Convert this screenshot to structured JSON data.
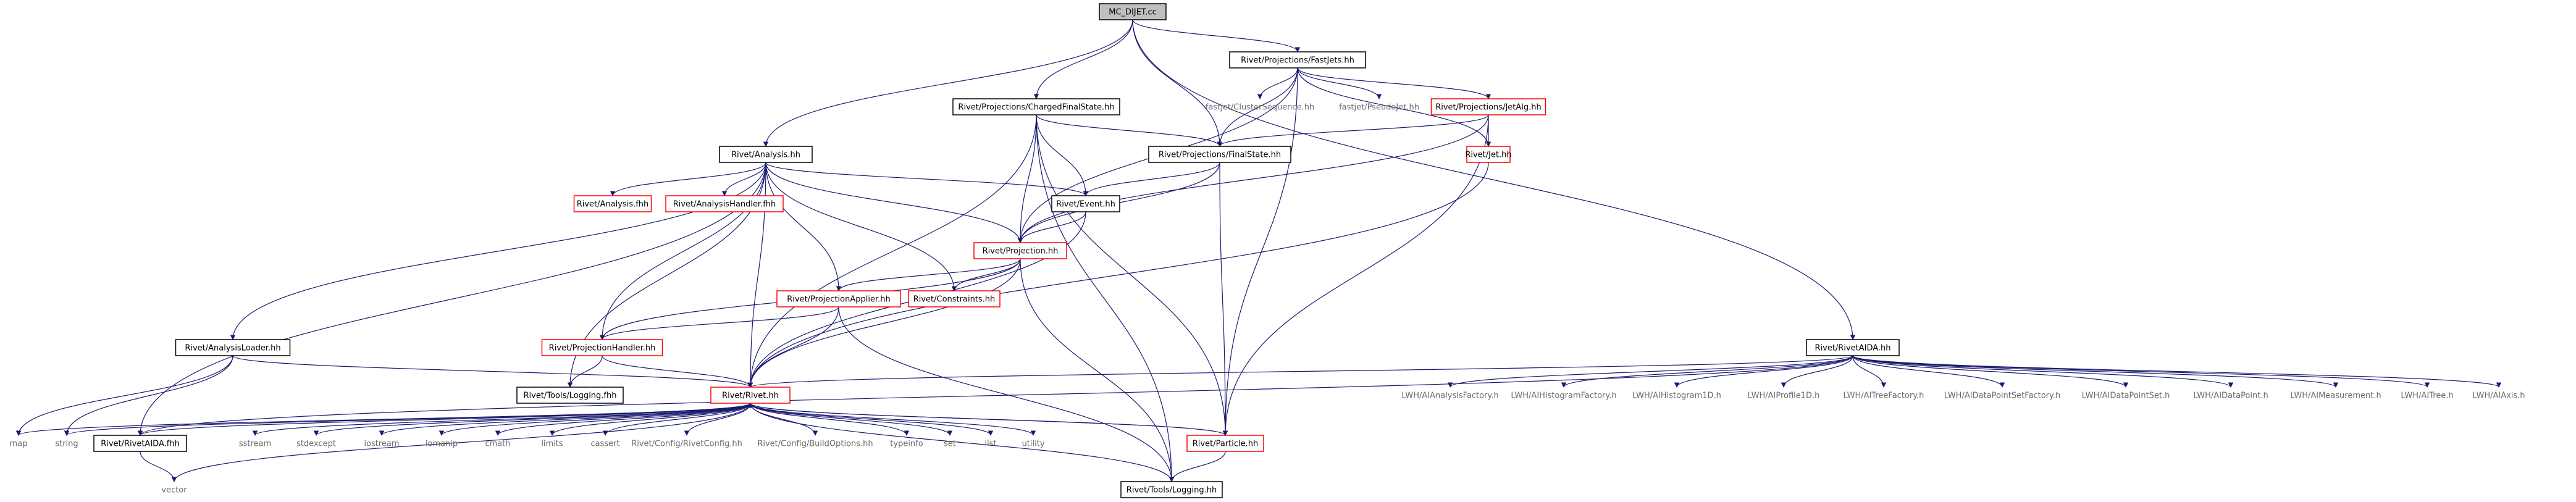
{
  "colors": {
    "edge": "#191970",
    "root_fill": "#bfbfbf",
    "black_border": "#000000",
    "red_border": "#ff0000",
    "grey_text": "#6a6a6a"
  },
  "nodes": {
    "root": "MC_DIJET.cc",
    "fastjets": "Rivet/Projections/FastJets.hh",
    "analysis": "Rivet/Analysis.hh",
    "chargedfs": "Rivet/Projections/ChargedFinalState.hh",
    "rivetaida_top": "Rivet/RivetAIDA.hh",
    "clusterseq": "fastjet/ClusterSequence.hh",
    "pseudojet": "fastjet/PseudoJet.hh",
    "jetalg": "Rivet/Projections/JetAlg.hh",
    "finalstate": "Rivet/Projections/FinalState.hh",
    "jet": "Rivet/Jet.hh",
    "analysis_fhh": "Rivet/Analysis.fhh",
    "analysishandler_fhh": "Rivet/AnalysisHandler.fhh",
    "event": "Rivet/Event.hh",
    "projection": "Rivet/Projection.hh",
    "projapplier": "Rivet/ProjectionApplier.hh",
    "constraints": "Rivet/Constraints.hh",
    "analysisloader": "Rivet/AnalysisLoader.hh",
    "projhandler": "Rivet/ProjectionHandler.hh",
    "logging_fhh": "Rivet/Tools/Logging.fhh",
    "rivet": "Rivet/Rivet.hh",
    "map": "map",
    "string": "string",
    "rivetaida_fhh": "Rivet/RivetAIDA.fhh",
    "vector": "vector",
    "sstream": "sstream",
    "stdexcept": "stdexcept",
    "iostream": "iostream",
    "iomanip": "iomanip",
    "cmath": "cmath",
    "limits": "limits",
    "cassert": "cassert",
    "rivetconfig": "Rivet/Config/RivetConfig.hh",
    "buildoptions": "Rivet/Config/BuildOptions.hh",
    "typeinfo": "typeinfo",
    "set": "set",
    "list": "list",
    "utility": "utility",
    "particle": "Rivet/Particle.hh",
    "logging_hh": "Rivet/Tools/Logging.hh",
    "aianalysisfactory": "LWH/AIAnalysisFactory.h",
    "aihistogramfactory": "LWH/AIHistogramFactory.h",
    "aihistogram1d": "LWH/AIHistogram1D.h",
    "aiprofile1d": "LWH/AIProfile1D.h",
    "aitreefactory": "LWH/AITreeFactory.h",
    "aidatapointsetfactory": "LWH/AIDataPointSetFactory.h",
    "aidatapointset": "LWH/AIDataPointSet.h",
    "aidatapoint": "LWH/AIDataPoint.h",
    "aimeasurement": "LWH/AIMeasurement.h",
    "aitree": "LWH/AITree.h",
    "aiaxis": "LWH/AIAxis.h"
  },
  "edges": [
    [
      "root",
      "fastjets"
    ],
    [
      "root",
      "analysis"
    ],
    [
      "root",
      "chargedfs"
    ],
    [
      "root",
      "rivetaida_top"
    ],
    [
      "root",
      "finalstate"
    ],
    [
      "fastjets",
      "clusterseq"
    ],
    [
      "fastjets",
      "pseudojet"
    ],
    [
      "fastjets",
      "jetalg"
    ],
    [
      "fastjets",
      "jet"
    ],
    [
      "fastjets",
      "finalstate"
    ],
    [
      "fastjets",
      "projection"
    ],
    [
      "fastjets",
      "particle"
    ],
    [
      "chargedfs",
      "finalstate"
    ],
    [
      "chargedfs",
      "event"
    ],
    [
      "chargedfs",
      "projection"
    ],
    [
      "chargedfs",
      "rivet"
    ],
    [
      "chargedfs",
      "particle"
    ],
    [
      "chargedfs",
      "logging_hh"
    ],
    [
      "jetalg",
      "finalstate"
    ],
    [
      "jetalg",
      "jet"
    ],
    [
      "jetalg",
      "projection"
    ],
    [
      "jetalg",
      "particle"
    ],
    [
      "finalstate",
      "event"
    ],
    [
      "finalstate",
      "projection"
    ],
    [
      "finalstate",
      "particle"
    ],
    [
      "jet",
      "rivet"
    ],
    [
      "analysis",
      "analysis_fhh"
    ],
    [
      "analysis",
      "analysishandler_fhh"
    ],
    [
      "analysis",
      "event"
    ],
    [
      "analysis",
      "projection"
    ],
    [
      "analysis",
      "projapplier"
    ],
    [
      "analysis",
      "constraints"
    ],
    [
      "analysis",
      "analysisloader"
    ],
    [
      "analysis",
      "projhandler"
    ],
    [
      "analysis",
      "logging_fhh"
    ],
    [
      "analysis",
      "rivet"
    ],
    [
      "analysis",
      "rivetaida_fhh"
    ],
    [
      "event",
      "projection"
    ],
    [
      "event",
      "rivet"
    ],
    [
      "projection",
      "projapplier"
    ],
    [
      "projection",
      "constraints"
    ],
    [
      "projection",
      "projhandler"
    ],
    [
      "projection",
      "rivet"
    ],
    [
      "projection",
      "logging_hh"
    ],
    [
      "projapplier",
      "projhandler"
    ],
    [
      "projapplier",
      "rivet"
    ],
    [
      "projapplier",
      "logging_hh"
    ],
    [
      "projhandler",
      "logging_fhh"
    ],
    [
      "projhandler",
      "rivet"
    ],
    [
      "analysisloader",
      "rivet"
    ],
    [
      "analysisloader",
      "map"
    ],
    [
      "analysisloader",
      "string"
    ],
    [
      "rivet",
      "map"
    ],
    [
      "rivet",
      "string"
    ],
    [
      "rivet",
      "rivetaida_fhh"
    ],
    [
      "rivet",
      "sstream"
    ],
    [
      "rivet",
      "stdexcept"
    ],
    [
      "rivet",
      "iostream"
    ],
    [
      "rivet",
      "iomanip"
    ],
    [
      "rivet",
      "cmath"
    ],
    [
      "rivet",
      "limits"
    ],
    [
      "rivet",
      "cassert"
    ],
    [
      "rivet",
      "rivetconfig"
    ],
    [
      "rivet",
      "buildoptions"
    ],
    [
      "rivet",
      "typeinfo"
    ],
    [
      "rivet",
      "set"
    ],
    [
      "rivet",
      "list"
    ],
    [
      "rivet",
      "utility"
    ],
    [
      "rivet",
      "particle"
    ],
    [
      "rivet",
      "logging_hh"
    ],
    [
      "rivet",
      "vector"
    ],
    [
      "rivetaida_fhh",
      "vector"
    ],
    [
      "particle",
      "rivet"
    ],
    [
      "particle",
      "logging_hh"
    ],
    [
      "rivetaida_top",
      "rivet"
    ],
    [
      "rivetaida_top",
      "rivetaida_fhh"
    ],
    [
      "rivetaida_top",
      "aianalysisfactory"
    ],
    [
      "rivetaida_top",
      "aihistogramfactory"
    ],
    [
      "rivetaida_top",
      "aihistogram1d"
    ],
    [
      "rivetaida_top",
      "aiprofile1d"
    ],
    [
      "rivetaida_top",
      "aitreefactory"
    ],
    [
      "rivetaida_top",
      "aidatapointsetfactory"
    ],
    [
      "rivetaida_top",
      "aidatapointset"
    ],
    [
      "rivetaida_top",
      "aidatapoint"
    ],
    [
      "rivetaida_top",
      "aimeasurement"
    ],
    [
      "rivetaida_top",
      "aitree"
    ],
    [
      "rivetaida_top",
      "aiaxis"
    ]
  ]
}
